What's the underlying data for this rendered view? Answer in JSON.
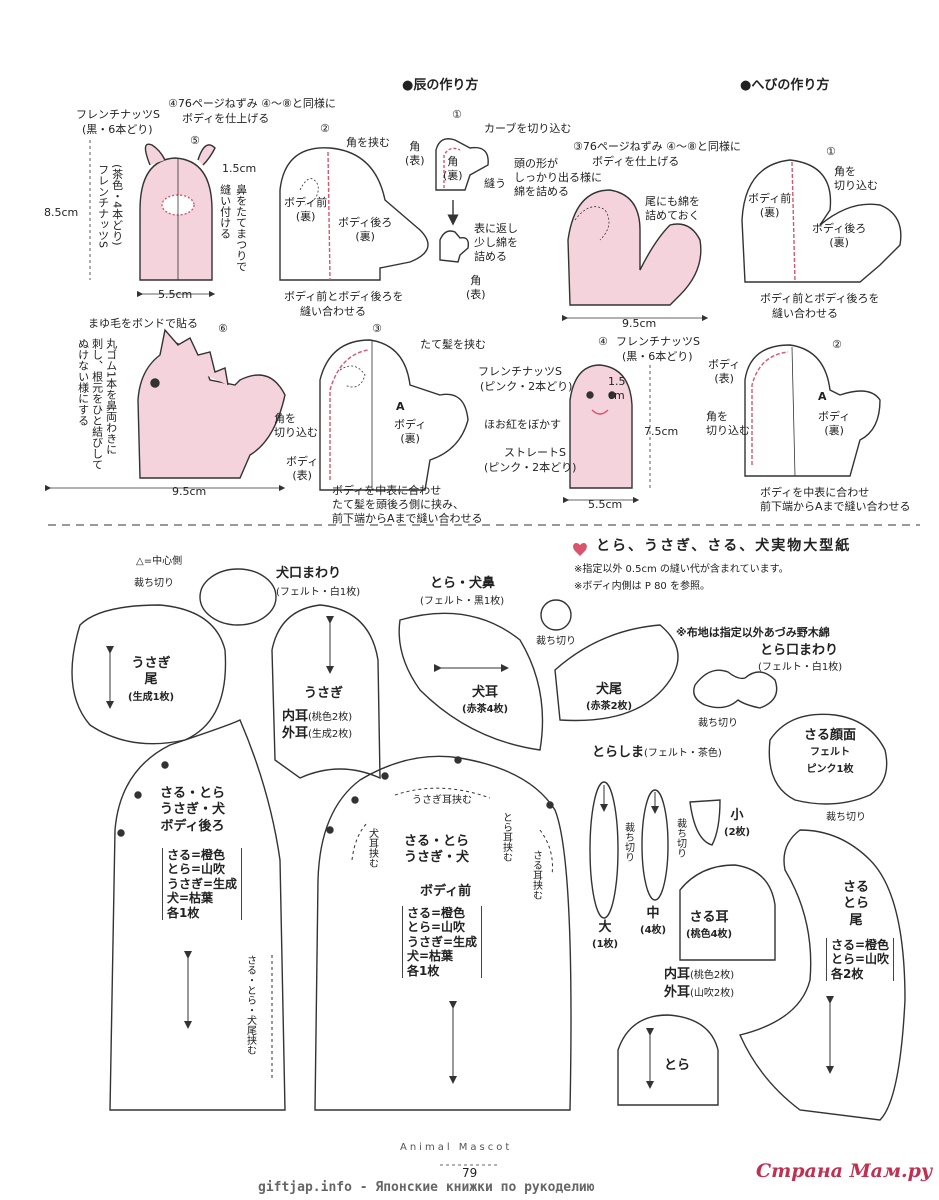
{
  "sections": {
    "dragon_title": "●辰の作り方",
    "snake_title": "●へびの作り方"
  },
  "dragon": {
    "step4": "④76ページねずみ ④〜⑧と同様に",
    "step4b": "ボディを仕上げる",
    "french_knot_black": "フレンチナッツS",
    "french_knot_black_b": "(黒・6本どり)",
    "step5": "⑤",
    "step5_french": "フレンチナッツS",
    "step5_french_b": "(茶色・4本どり)",
    "dim_15": "1.5cm",
    "nose_note": "鼻をたてまつりで",
    "nose_note2": "縫い付ける",
    "dim_85": "8.5cm",
    "dim_55": "5.5cm",
    "step2": "②",
    "horn_pinch": "角を挟む",
    "body_front_back_a": "ボディ前",
    "body_front_back_b": "(裏)",
    "body_back": "ボディ後ろ",
    "body_back_b": "(裏)",
    "sew_note": "ボディ前とボディ後ろを",
    "sew_note2": "縫い合わせる",
    "step1": "①",
    "horn_front": "角",
    "horn_front_b": "(表)",
    "horn_back": "角",
    "horn_back_b": "(裏)",
    "cut_curve": "カーブを切り込む",
    "sew": "縫う",
    "turn_note": "表に返し",
    "turn_note2": "少し綿を",
    "turn_note3": "詰める",
    "horn2": "角",
    "horn2_b": "(表)",
    "step6": "⑥",
    "eyebrow_note": "まゆ毛をボンドで貼る",
    "rubber_note1": "丸ゴム1本を鼻両わきに",
    "rubber_note2": "刺し、根元をひと結びして",
    "rubber_note3": "ぬけない様にする",
    "dim_95": "9.5cm",
    "step3": "③",
    "mane_pinch": "たて髪を挟む",
    "horn_cut": "角を",
    "horn_cut2": "切り込む",
    "body_label_a": "ボディ",
    "body_label_a2": "(表)",
    "body_label_b": "ボディ",
    "body_label_b2": "(裏)",
    "a_mark": "A",
    "step3_note1": "ボディを中表に合わせ",
    "step3_note2": "たて髪を頭後ろ側に挟み、",
    "step3_note3": "前下端からAまで縫い合わせる"
  },
  "snake": {
    "step3": "③76ページねずみ ④〜⑧と同様に",
    "step3b": "ボディを仕上げる",
    "head_note1": "頭の形が",
    "head_note2": "しっかり出る様に",
    "head_note3": "綿を詰める",
    "tail_note1": "尾にも綿を",
    "tail_note2": "詰めておく",
    "dim_95": "9.5cm",
    "step1": "①",
    "horn_cut": "角を",
    "horn_cut2": "切り込む",
    "body_front": "ボディ前",
    "body_front_b": "(裏)",
    "body_back": "ボディ後ろ",
    "body_back_b": "(裏)",
    "sew_note1": "ボディ前とボディ後ろを",
    "sew_note2": "縫い合わせる",
    "step4": "④",
    "french_black": "フレンチナッツS",
    "french_black_b": "(黒・6本どり)",
    "french_pink": "フレンチナッツS",
    "french_pink_b": "(ピンク・2本どり)",
    "dim_15": "1.5",
    "dim_15b": "cm",
    "cheek": "ほお紅をぼかす",
    "straight": "ストレートS",
    "straight_b": "(ピンク・2本どり)",
    "dim_75": "7.5cm",
    "dim_55": "5.5cm",
    "step2": "②",
    "body1": "ボディ",
    "body1_b": "(表)",
    "body2": "ボディ",
    "body2_b": "(裏)",
    "corner_cut": "角を",
    "corner_cut2": "切り込む",
    "a_mark": "A",
    "note1": "ボディを中表に合わせ",
    "note2": "前下端からAまで縫い合わせる"
  },
  "patterns": {
    "header": "とら、うさぎ、さる、犬実物大型紙",
    "note1": "※指定以外 0.5cm の縫い代が含まれています。",
    "note2": "※ボディ内側は P 80 を参照。",
    "center_mark": "△=中心側",
    "cut_off": "裁ち切り",
    "dog_mouth": "犬口まわり",
    "dog_mouth_b": "(フェルト・白1枚)",
    "tiger_dog_nose": "とら・犬鼻",
    "tiger_dog_nose_b": "(フェルト・黒1枚)",
    "fabric_note": "※布地は指定以外あづみ野木綿",
    "rabbit_tail": "うさぎ",
    "rabbit_tail_b": "尾",
    "rabbit_tail_c": "(生成1枚)",
    "rabbit_ear": "うさぎ",
    "inner_ear": "内耳",
    "inner_ear_b": "(桃色2枚)",
    "outer_ear": "外耳",
    "outer_ear_b": "(生成2枚)",
    "dog_ear": "犬耳",
    "dog_ear_b": "(赤茶4枚)",
    "dog_tail": "犬尾",
    "dog_tail_b": "(赤茶2枚)",
    "tiger_mouth": "とら口まわり",
    "tiger_mouth_b": "(フェルト・白1枚)",
    "monkey_face": "さる顔面",
    "monkey_face_b": "フェルト",
    "monkey_face_c": "ピンク1枚",
    "body_back_title1": "さる・とら",
    "body_back_title2": "うさぎ・犬",
    "body_back_title3": "ボディ後ろ",
    "body_back_list": [
      "さる=橙色",
      "とら=山吹",
      "うさぎ=生成",
      "犬=枯葉",
      "各1枚"
    ],
    "tail_pinch": "さる・とら・犬尾挟む",
    "rabbit_ear_pinch": "うさぎ耳挟む",
    "dog_ear_pinch": "犬耳挟む",
    "tiger_ear_pinch": "とら耳挟む",
    "monkey_ear_pinch": "さる耳挟む",
    "body_front_title1": "さる・とら",
    "body_front_title2": "うさぎ・犬",
    "body_front_title3": "ボディ前",
    "body_front_list": [
      "さる=橙色",
      "とら=山吹",
      "うさぎ=生成",
      "犬=枯葉",
      "各1枚"
    ],
    "tiger_stripe": "とらしま",
    "tiger_stripe_b": "(フェルト・茶色)",
    "stripe_big": "大",
    "stripe_big_b": "(1枚)",
    "stripe_mid": "中",
    "stripe_mid_b": "(4枚)",
    "stripe_small": "小",
    "stripe_small_b": "(2枚)",
    "monkey_ear": "さる耳",
    "monkey_ear_b": "(桃色4枚)",
    "tiger_ear_inner": "内耳",
    "tiger_ear_inner_b": "(桃色2枚)",
    "tiger_ear_outer": "外耳",
    "tiger_ear_outer_b": "(山吹2枚)",
    "tiger_ear": "とら",
    "monkey_tiger_tail1": "さる",
    "monkey_tiger_tail2": "とら",
    "monkey_tiger_tail3": "尾",
    "monkey_tiger_tail_list": [
      "さる=橙色",
      "とら=山吹",
      "各2枚"
    ]
  },
  "footer": {
    "series": "Animal Mascot",
    "page": "79",
    "site": "giftjap.info - Японские книжки по рукоделию",
    "logo": "Страна Мам.ру"
  },
  "colors": {
    "pink": "#f4d3dc",
    "stitch": "#d9556e",
    "line": "#333333"
  }
}
